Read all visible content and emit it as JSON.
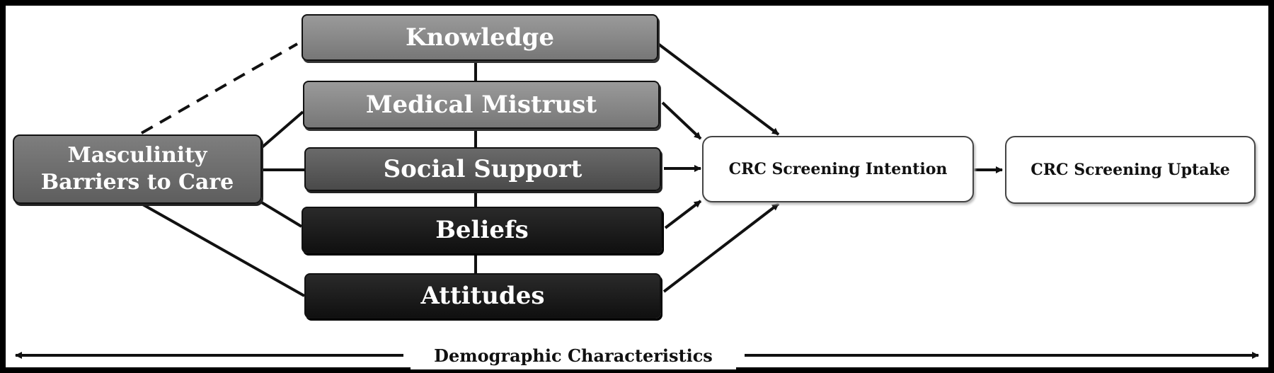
{
  "nodes": {
    "knowledge": "Knowledge",
    "medical_mistrust": "Medical Mistrust",
    "social_support": "Social Support",
    "beliefs": "Beliefs",
    "attitudes": "Attitudes",
    "masculinity_line1": "Masculinity",
    "masculinity_line2": "Barriers to Care",
    "crc_intention": "CRC Screening Intention",
    "crc_uptake": "CRC Screening Uptake"
  },
  "demographics": "Demographic Characteristics",
  "colors": {
    "background": "#ffffff",
    "border": "#000000",
    "line": "#111111"
  }
}
